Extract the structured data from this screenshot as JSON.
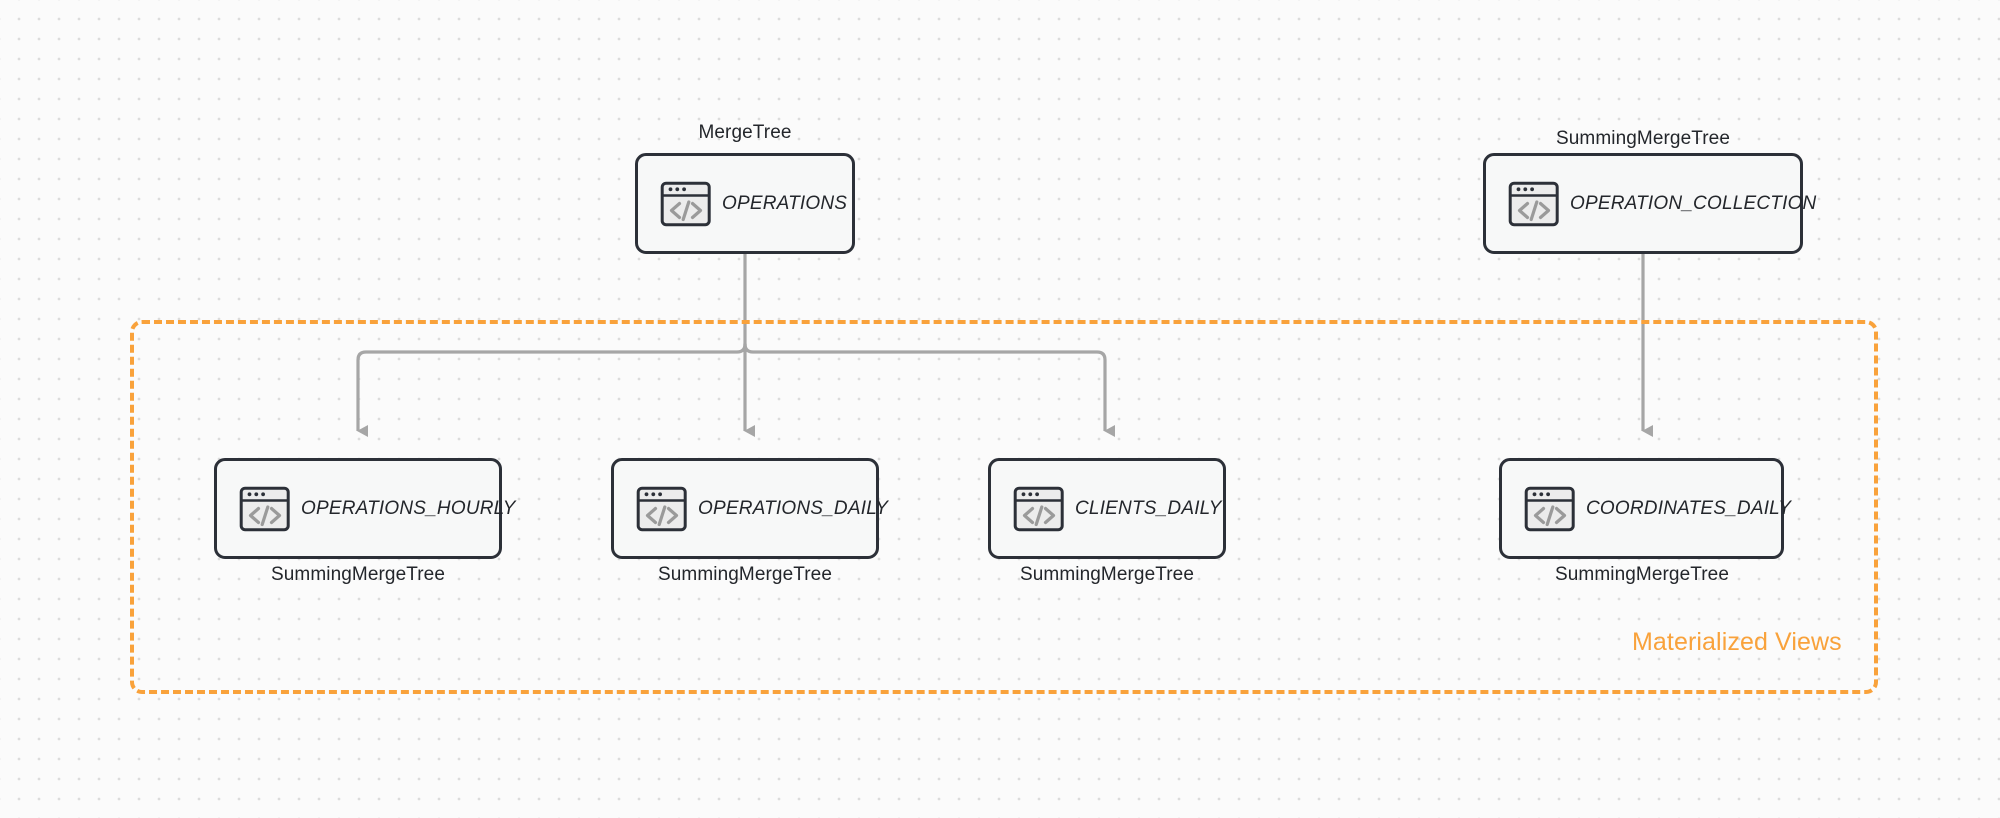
{
  "diagram": {
    "title": "ClickHouse table and materialized view topology",
    "background_color": "#fbfbfb",
    "accent_color": "#f9a23b",
    "node_border_color": "#2c3038",
    "node_fill_color": "#f7f8f8",
    "edge_color": "#a6a6a6"
  },
  "group": {
    "label": "Materialized Views",
    "color": "#f9a23b",
    "style": "dashed"
  },
  "source_nodes": [
    {
      "id": "operations",
      "label": "OPERATIONS",
      "engine": "MergeTree",
      "icon": "code-window-icon"
    },
    {
      "id": "operation_collection",
      "label": "OPERATION_COLLECTION",
      "engine": "SummingMergeTree",
      "icon": "code-window-icon"
    }
  ],
  "view_nodes": [
    {
      "id": "operations_hourly",
      "label": "OPERATIONS_HOURLY",
      "engine": "SummingMergeTree",
      "icon": "code-window-icon"
    },
    {
      "id": "operations_daily",
      "label": "OPERATIONS_DAILY",
      "engine": "SummingMergeTree",
      "icon": "code-window-icon"
    },
    {
      "id": "clients_daily",
      "label": "CLIENTS_DAILY",
      "engine": "SummingMergeTree",
      "icon": "code-window-icon"
    },
    {
      "id": "coordinates_daily",
      "label": "COORDINATES_DAILY",
      "engine": "SummingMergeTree",
      "icon": "code-window-icon"
    }
  ],
  "edges": [
    {
      "from": "operations",
      "to": "operations_hourly"
    },
    {
      "from": "operations",
      "to": "operations_daily"
    },
    {
      "from": "operations",
      "to": "clients_daily"
    },
    {
      "from": "operation_collection",
      "to": "coordinates_daily"
    }
  ]
}
